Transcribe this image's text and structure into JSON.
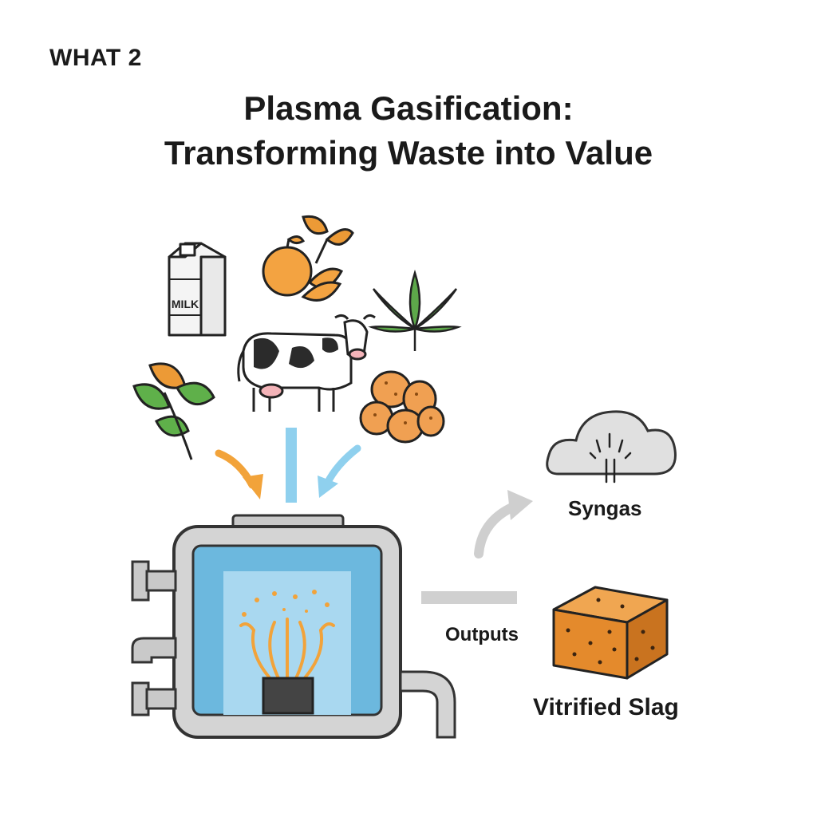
{
  "header": {
    "tag": "WHAT 2",
    "title_line1": "Plasma Gasification:",
    "title_line2": "Transforming Waste into Value"
  },
  "inputs": {
    "milk_carton_text": "MILK",
    "icons": [
      "milk-carton-icon",
      "orange-fruit-icon",
      "leaf-icon",
      "cow-icon",
      "cannabis-leaf-icon",
      "green-leaves-icon",
      "potatoes-icon"
    ]
  },
  "outputs": {
    "syngas_label": "Syngas",
    "outputs_label": "Outputs",
    "slag_label": "Vitrified Slag"
  },
  "colors": {
    "orange": "#f2a33a",
    "blue_arrow": "#8fd0ee",
    "chamber_blue": "#6cb8de",
    "steel": "#c9c9c9",
    "slag": "#e48a2c"
  }
}
